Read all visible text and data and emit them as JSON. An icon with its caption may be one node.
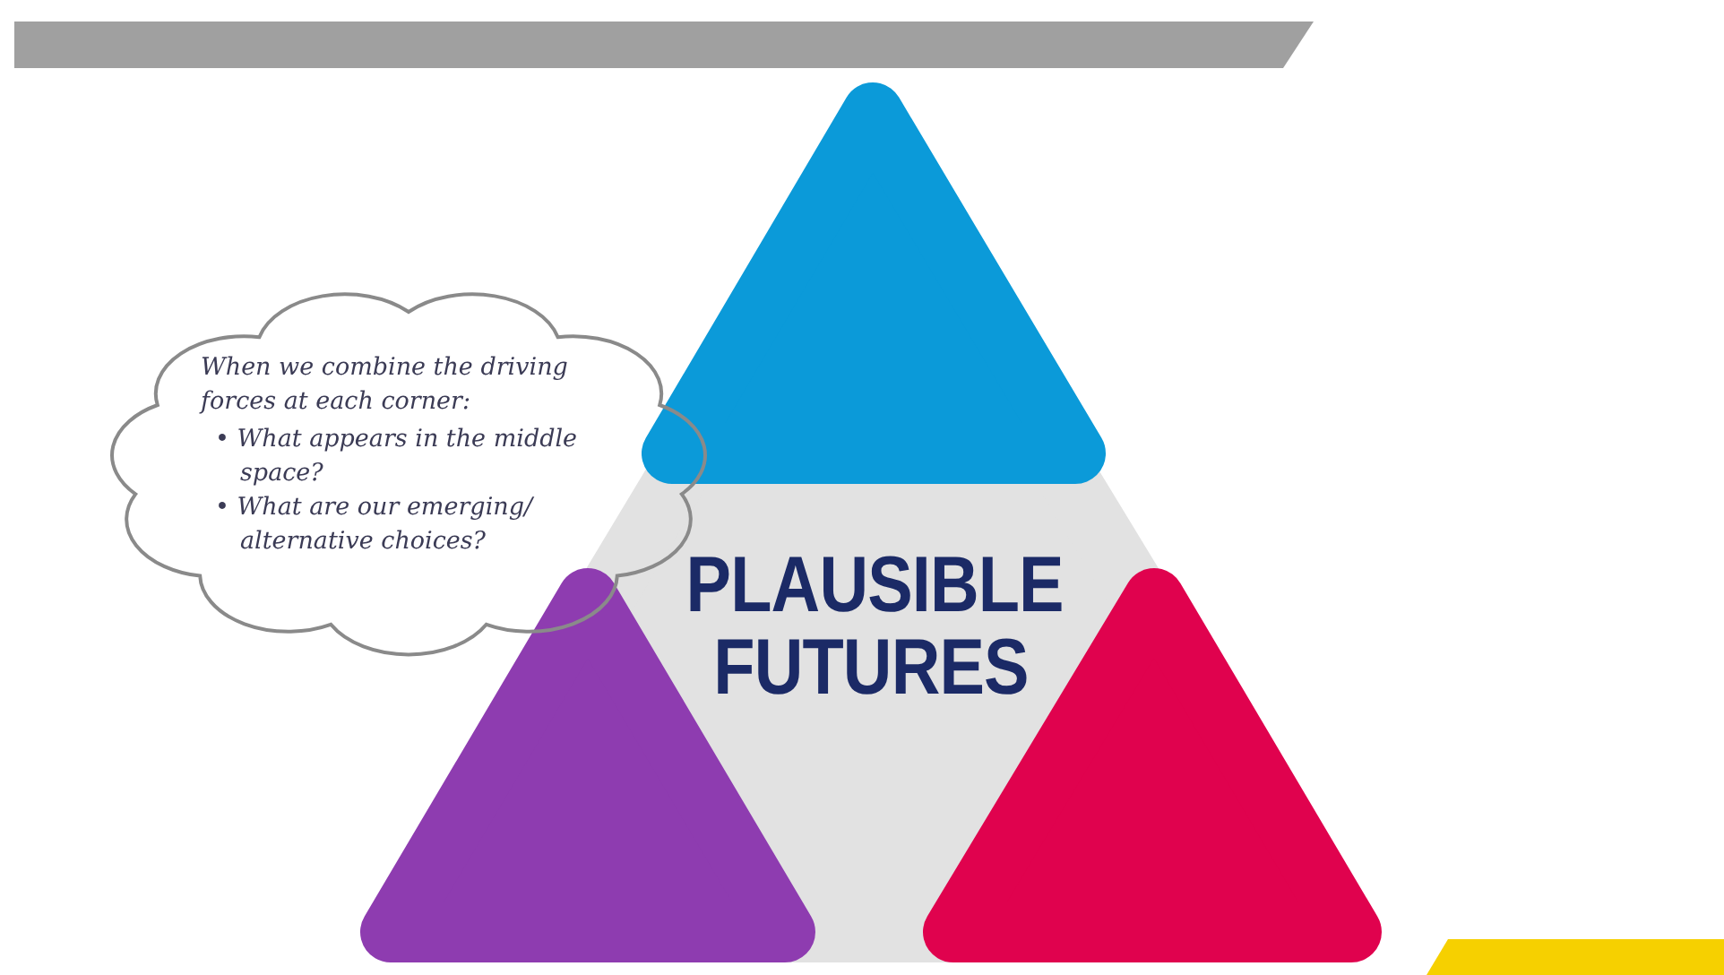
{
  "diagram": {
    "nodes": [
      {
        "text": [
          "PLAUSIBLE FUTURES"
        ]
      },
      {
        "text": [],
        "shape": "triangle",
        "in": 0
      },
      {
        "text": [
          "When we combine the driving forces at each corner:",
          "• What appears in the middle space?",
          "• What are our emerging/ alternative choices?"
        ]
      },
      {
        "text": [],
        "shape": "triangle",
        "in": 0
      },
      {
        "text": [],
        "shape": "triangle",
        "in": 0
      }
    ]
  }
}
